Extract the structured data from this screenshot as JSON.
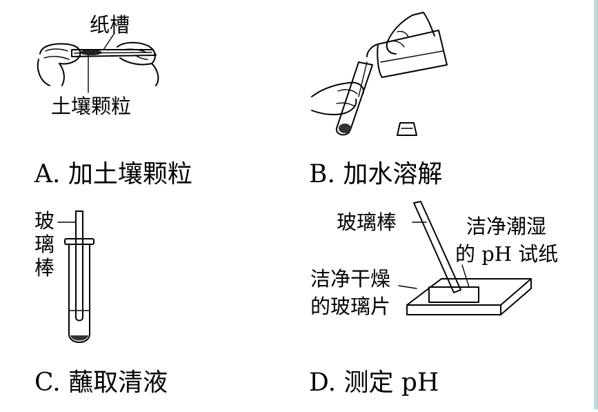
{
  "panels": {
    "a": {
      "caption": "A. 加土壤颗粒",
      "label_top": "纸槽",
      "label_bottom": "土壤颗粒"
    },
    "b": {
      "caption": "B. 加水溶解"
    },
    "c": {
      "caption": "C. 蘸取清液",
      "label_rod": [
        "玻",
        "璃",
        "棒"
      ]
    },
    "d": {
      "caption": "D. 测定 pH",
      "label_rod": "玻璃棒",
      "label_paper": [
        "洁净潮湿",
        "的 pH 试纸"
      ],
      "label_glass": [
        "洁净干燥",
        "的玻璃片"
      ]
    }
  }
}
